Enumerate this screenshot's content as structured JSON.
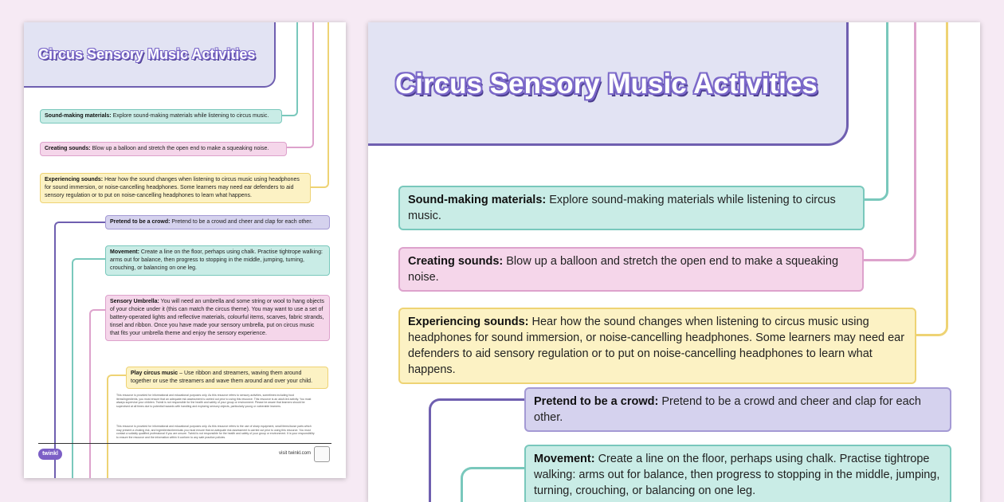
{
  "title": "Circus Sensory Music Activities",
  "activities": [
    {
      "heading": "Sound-making materials:",
      "text": " Explore sound-making materials while listening to circus music."
    },
    {
      "heading": "Creating sounds:",
      "text": " Blow up a balloon and stretch the open end to make a squeaking noise."
    },
    {
      "heading": "Experiencing sounds:",
      "text": " Hear how the sound changes when listening to circus music using headphones for sound immersion, or noise-cancelling headphones. Some learners may need ear defenders to aid sensory regulation or to put on noise-cancelling headphones to learn what happens."
    },
    {
      "heading": "Pretend to be a crowd:",
      "text": " Pretend to be a crowd and cheer and clap for each other."
    },
    {
      "heading": "Movement:",
      "text": " Create a line on the floor, perhaps using chalk. Practise tightrope walking: arms out for balance, then progress to stopping in the middle, jumping, turning, crouching, or balancing on one leg."
    },
    {
      "heading": "Sensory Umbrella:",
      "text": " You will need an umbrella and some string or wool to hang objects of your choice under it (this can match the circus theme). You may want to use a set of battery-operated lights and reflective materials, colourful items, scarves, fabric strands, tinsel and ribbon. Once you have made your sensory umbrella, put on circus music that fits your umbrella theme and enjoy the sensory experience."
    },
    {
      "heading": "Play circus music",
      "text": " – Use ribbon and streamers, waving them around together or use the streamers and wave them around and over your child."
    }
  ],
  "disclaimer_1": "This resource is provided for informational and educational purposes only. As this resource refers to sensory activities, sometimes including food items/ingredients, you must ensure that an adequate risk assessment is carried out prior to using this resource. This resource is an adult-led activity. You must always supervise your children. Twinkl is not responsible for the health and safety of your group or environment. Please be aware that learners should be supervised at all times due to potential hazards with handling and exploring sensory objects, particularly young or vulnerable learners.",
  "disclaimer_2": "This resource is provided for informational and educational purposes only. As this resource refers to the use of sharp equipment, small items/loose parts which may present a choking risk, and ingredients/chemicals you must ensure that an adequate risk assessment is carried out prior to using this resource. You must contact a suitably qualified professional if you are unsure. Twinkl is not responsible for the health and safety of your group or environment. It is your responsibility to ensure the resource and the information within it conform to any safe practice policies.",
  "footer": {
    "brand": "twinkl",
    "url": "visit twinkl.com"
  },
  "colors": {
    "teal": "#79c8bc",
    "pink": "#dda2cc",
    "yellow": "#eed374",
    "purple": "#6f5fb0"
  }
}
